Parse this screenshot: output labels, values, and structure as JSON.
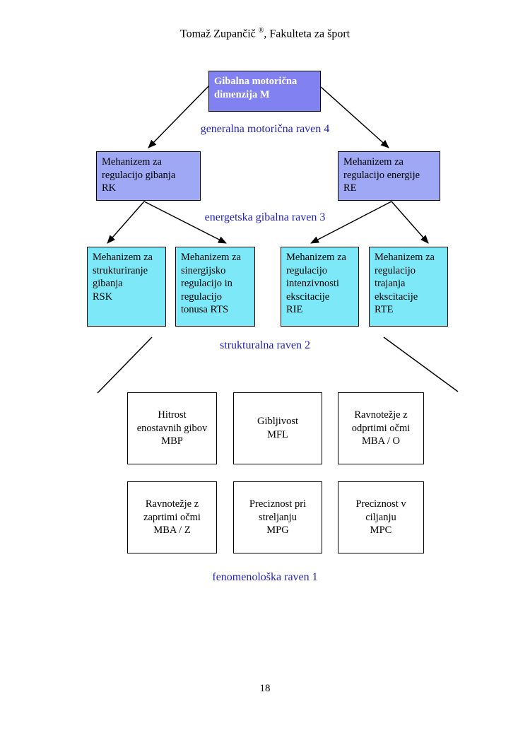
{
  "header": {
    "author": "Tomaž Zupančič ",
    "registered_mark": "®",
    "affiliation": ", Fakulteta za šport"
  },
  "footer": {
    "page_number": "18"
  },
  "colors": {
    "root_box_bg": "#8181f1",
    "regulation_box_bg": "#9fa8f4",
    "structural_box_bg": "#7de9f8",
    "level_label_text": "#2222bb",
    "box_border": "#000000"
  },
  "diagram": {
    "root_box": {
      "text": "Gibalna motorična\ndimenzija M"
    },
    "level_labels": {
      "raven4": "generalna motorična raven 4",
      "raven3": "energetska gibalna raven 3",
      "raven2": "strukturalna raven 2",
      "raven1": "fenomenološka raven 1"
    },
    "regulation_boxes": [
      {
        "id": "RK",
        "text": "Mehanizem za\nregulacijo gibanja\nRK"
      },
      {
        "id": "RE",
        "text": "Mehanizem za\nregulacijo energije\nRE"
      }
    ],
    "structural_boxes": [
      {
        "id": "RSK",
        "text": "Mehanizem za\nstrukturiranje\ngibanja\nRSK"
      },
      {
        "id": "RTS",
        "text": "Mehanizem za\nsinergijsko\nregulacijo in\nregulacijo\ntonusa RTS"
      },
      {
        "id": "RIE",
        "text": "Mehanizem za\nregulacijo\nintenzivnosti\nekscitacije\nRIE"
      },
      {
        "id": "RTE",
        "text": "Mehanizem za\nregulacijo\ntrajanja\nekscitacije\nRTE"
      }
    ],
    "phenomenological_boxes": [
      {
        "id": "MBP",
        "text": "Hitrost\nenostavnih gibov\nMBP"
      },
      {
        "id": "MFL",
        "text": "Gibljivost\nMFL"
      },
      {
        "id": "MBA/O",
        "text": "Ravnotežje z\nodprtimi očmi\nMBA / O"
      },
      {
        "id": "MBA/Z",
        "text": "Ravnotežje z\nzaprtimi očmi\nMBA / Z"
      },
      {
        "id": "MPG",
        "text": "Preciznost pri\nstreljanju\nMPG"
      },
      {
        "id": "MPC",
        "text": "Preciznost v\nciljanju\nMPC"
      }
    ]
  }
}
